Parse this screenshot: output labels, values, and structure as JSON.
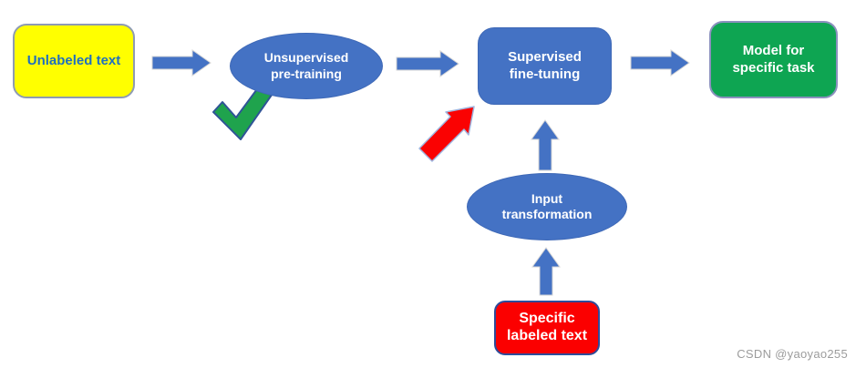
{
  "nodes": {
    "unlabeled_text": {
      "label": "Unlabeled text",
      "shape": "rounded-rect",
      "fill": "#FFFF00",
      "text_color": "#1F6FBF"
    },
    "unsupervised_pretraining": {
      "line1": "Unsupervised",
      "line2": "pre-training",
      "shape": "ellipse",
      "fill": "#4472C4",
      "text_color": "#FFFFFF"
    },
    "supervised_finetuning": {
      "line1": "Supervised",
      "line2": "fine-tuning",
      "shape": "rounded-rect",
      "fill": "#4472C4",
      "text_color": "#FFFFFF"
    },
    "model_for_specific_task": {
      "line1": "Model for",
      "line2": "specific task",
      "shape": "rounded-rect",
      "fill": "#0EA552",
      "text_color": "#FFFFFF"
    },
    "input_transformation": {
      "line1": "Input",
      "line2": "transformation",
      "shape": "ellipse",
      "fill": "#4472C4",
      "text_color": "#FFFFFF"
    },
    "specific_labeled_text": {
      "line1": "Specific",
      "line2": "labeled text",
      "shape": "rounded-rect",
      "fill": "#FB0000",
      "text_color": "#FFFFFF"
    }
  },
  "connections": [
    {
      "from": "Unlabeled text",
      "to": "Unsupervised pre-training",
      "style": "blue block arrow right"
    },
    {
      "from": "Unsupervised pre-training",
      "to": "Supervised fine-tuning",
      "style": "blue block arrow right"
    },
    {
      "from": "Supervised fine-tuning",
      "to": "Model for specific task",
      "style": "blue block arrow right"
    },
    {
      "from": "Input transformation",
      "to": "Supervised fine-tuning",
      "style": "blue block arrow up"
    },
    {
      "from": "Specific labeled text",
      "to": "Input transformation",
      "style": "blue block arrow up"
    }
  ],
  "annotations": {
    "checkmark": {
      "meaning": "green check mark under Unsupervised pre-training",
      "fill": "#1FA34D",
      "stroke": "#2F5496"
    },
    "red_arrow": {
      "meaning": "red diagonal arrow pointing at Supervised fine-tuning",
      "fill": "#FA0202",
      "stroke": "#A0B4DE"
    }
  },
  "colors": {
    "node_blue": "#4472C4",
    "node_yellow": "#FFFF00",
    "node_green": "#0EA552",
    "node_red": "#FB0000",
    "arrow_blue": "#4472C4",
    "yellow_box_text": "#1F6FBF",
    "watermark_gray": "#9C9C9C",
    "background": "#FFFFFF"
  },
  "watermark": "CSDN @yaoyao255"
}
